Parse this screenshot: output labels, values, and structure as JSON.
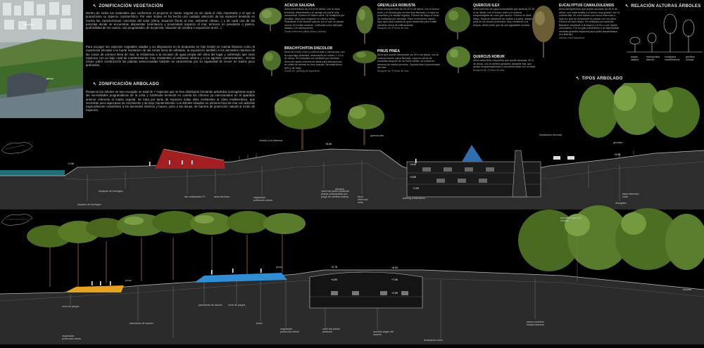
{
  "headings": {
    "zonificacion_vegetacion": "ZONIFICACIÓN VEGETACIÓN",
    "zonificacion_arbolado": "ZONIFICACIÓN ARBOLADO",
    "relacion_alturas": "RELACIÓN ALTURAS ÁRBOLES",
    "tipos_arbolado": "TIPOS ARBOLADO"
  },
  "paragraphs": {
    "vegetacion_1": "Dentro de todos los materiales que conforman el proyecto el manto vegetal es sin duda el más importante y el que le proporciona su aspecto característico. Por este motivo se ha hecho una cuidada selección de las especies teniendo en cuenta las características concretas del solar (clima, situación frente al mar, ambiente urbano...) y de cada una de las parcelas donde se encuentran dispuestas (orientación y proximidad respecto al mar, terrenos en pendiente o planos, profundidad de los suelos, uso programático de la parcela, situación de sombra o exposición al sol...).",
    "vegetacion_2": "Para escoger las especies vegetales usadas y su disposición en la propuesta se han tenido en cuenta factores como la exposición elevada a la fuerte insolación de las zonas fuera de arbolado, la exposición también a los aerosoles marinos de las zonas de primera línea de mar, la resistencia a la escasez de agua propia del clima del lugar y sobretodo que sean especies con un bajo nivel de mantenimiento, muy resistentes al ambiente urbano y a los agentes contaminantes... En las zonas sobre construcción las plantas seleccionadas también se caracterizan por su capacidad de crecer en suelos poco profundos.",
    "arbolado_1": "Respecto los árboles se han escogido un total de 7 especies que se han distribuido formando arboledas homogéneas según las necesidades programáticas de la zona y sobretodo teniendo en cuenta los criterios ya mencionados en el apartado anterior referente al manto vegetal. Se trata por tanto de especies todas ellas resistentes al clima mediterráneo, que necesitan poco agua para su crecimiento y de bajo mantenimiento. Los árboles situados en primera línea de mar son además especialmente resistentes a los aerosoles marinos y hacen, junto a las dunas, de barrera de protección natural al modo de especies."
  },
  "species": [
    {
      "name": "ACACIA SALIGNA",
      "desc": "Árbol perennifolio de 5-8 m de altura, con la copa frondosa, redondeada y el ramaje con porte muy ornamental. Florece en Marzo-Abril. Se multiplica por semillas. Muy poco exigente en clima y suelo. Resistente a los vientos salinos, por lo que se planta mucho en zonas costeras. Cultivada como ejemplar aislado o en alineaciones.",
      "note": "Zonas interiores playa duna y aceras."
    },
    {
      "name": "BRACHYCHITON DISCOLOR",
      "desc": "Árbol de tronco recto y corteza más o menos lisa, con la copa algo piramidal, alcanzando en cultivo 7-10 m de altura. Se multiplica con facilidad por semillas. Árbol de rápido crecimiento ideal para alineaciones en calles de aceras no muy anchas. Necesita tierra fértil y de riego.",
      "note": "Zonas int. parking de superficie."
    },
    {
      "name": "GREVILLEA ROBUSTA",
      "desc": "Árbol siempreverde de 20-30 m de altura, con el tronco recto y la corteza gris oscura muy fisurada. La copa es piramidal y el ramaje erguido. Florece de Mayo a Junio. Se multiplica por semillas. Tiene crecimiento rápido. Muy apto para cuando su gran desarrollo para enfilar plantarlo cerca de edificaciones.",
      "note": "Bosques de 2ª línea de mar."
    },
    {
      "name": "PINUS PINEA",
      "desc": "Árbol que puede sobrepasar los 25 m de altura, con la corteza marrón rojiza fisurada, copa en forma de sombrilla después de su fructe adulto, se cultiva en terrenos de marina proximo. Soporta bien la proximidad del mar.",
      "note": "Bosques de 1ª línea de mar."
    },
    {
      "name": "QUERCUS ILEX",
      "desc": "Árbol perenne de copa redondeada que alcanza 10-15 m de altura, con el tronco recto y la corteza resquebrajada de color gris oscuro. Florece en Abril-Mayo. Especie resistente en cuanto a suelos, aunque para de los suelos profundos. Muy resistente a la sequía. Árbol noble que da una agradable sombra.",
      "note": "Bosques de 1ª línea de mar."
    },
    {
      "name": "QUERCUS ROBUR",
      "desc": "Árbol caducifolio corpulento que puede alcanzar 45 m de altura, con la corteza grisácea, bastante lisa, que acaba resquebrajándose y oscureciéndose con la edad.",
      "note": "Bosques de 1ª línea de mar."
    },
    {
      "name": "EUCALYPTUS CAMALDULENSIS",
      "desc": "Árbol siempreverde que puede alcanzar 30-40 m de altura, con copa amplia y el tronco muy grueso, con la corteza lisa, de color blanco con tonos marrones o rojizos y que se desprende en placas con los años. Florece en Abril-Mayo. Se multiplica por semillas. Bastante resistente a la sequía y al frío y con rápido crecimiento. Por su gran crecimiento y su agresividad necesita grandes espacios para poder desarrollarse con libertad.",
      "note": "Interior zona deportiva."
    }
  ],
  "height_relation_labels": [
    "acacia saligna",
    "brachychiton discolor",
    "eucalyptus camaldulensis",
    "grevillea robusta"
  ],
  "section_top": {
    "labels": {
      "mirador": "mirador a la darsena",
      "quercus_ilex": "quercus ilex",
      "grevillea": "grevillea",
      "iluminacion_avenida": "iluminación avenida",
      "bosques_hormigon": "bosques de hormigón",
      "bar_restaurante": "bar restaurante P.I.",
      "area_servicios": "area servicios",
      "vegetacion_proteccion_viento": "vegetación protección viento",
      "carril_bici": "carril bici paseo peatonal (franja compactada con juego de carriles unidos)",
      "adoquin": "adoquín",
      "talud_retencion": "talud retención ruido",
      "parking": "parking subterráneo",
      "talud_retencion_ruido": "talud retención ruido",
      "desagues": "desagües",
      "bloques": "bloques de hormigón"
    },
    "levels": {
      "l1": "+1.50",
      "l2": "+5.90",
      "l3": "+4.40",
      "l4": "+3.80",
      "l5": "+1.50",
      "l6": "+3.90"
    }
  },
  "section_bottom": {
    "labels": {
      "pinus": "pinus",
      "pinos": "pinos",
      "acacias": "acacias",
      "avenida_origen": "avenida origen del camino",
      "zona_juegos": "zona de juegos",
      "pavimento_caucho": "pavimento de caucho",
      "pavimento_caucho_2": "pavimento de caucho",
      "zona_juegos_2": "zona de juegos",
      "pinos_2": "pinos",
      "vegetacion_proteccion": "vegetación protección viento",
      "carril_bici": "carril bici paseo peatonal",
      "avenida_virgen": "avenida virgen del carmen",
      "iluminacion_tunel": "iluminación túnel",
      "paseo_conexion": "paseo conexión ciudad-darsena",
      "vegetacion_viento": "vegetación protección viento"
    },
    "levels": {
      "l1": "+5.75",
      "l2": "+8.50",
      "l3": "+4.50",
      "l4": "+7.50",
      "l5": "+2.50"
    }
  },
  "colors": {
    "background": "#000000",
    "terrain": "#3a3a3a",
    "orange_block": "#e8a21c",
    "blue_pool": "#2f8fd6",
    "red_building": "#a31f1f",
    "tree_green": "#4a6a1c"
  },
  "icons": {
    "aerial": "aerial-photo",
    "plan_thumb": "site-plan-thumbnail",
    "trees": "tree-illustration"
  }
}
